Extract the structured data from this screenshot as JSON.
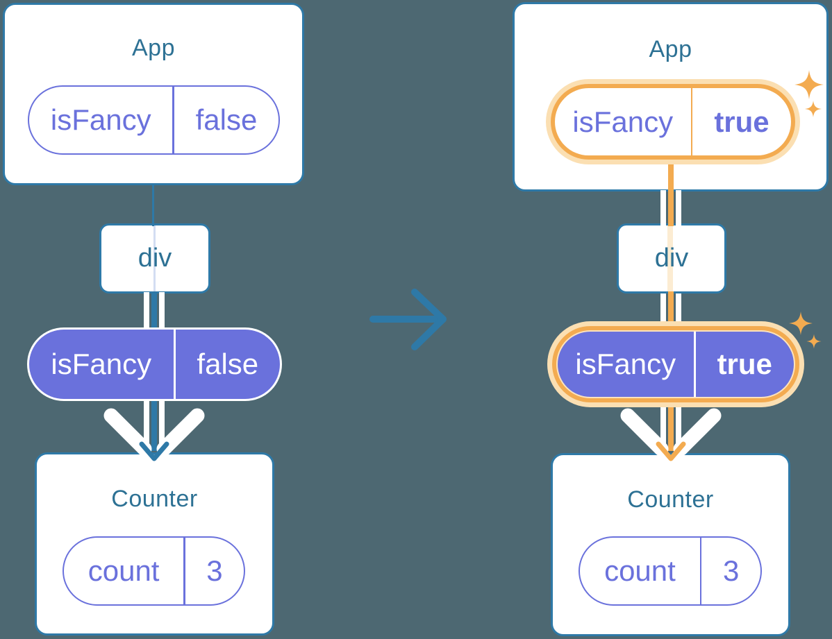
{
  "canvas": {
    "background": "#4d6872"
  },
  "colors": {
    "card_border_blue": "#2e79a7",
    "title_text_blue": "#2d7194",
    "purple": "#6a71dc",
    "orange": "#f3ab50",
    "orange_glow": "#fbdfb2",
    "orange_pale_line": "#fcecd2",
    "blue_pale_line": "#d3ddf2",
    "flow_white": "#ffffff",
    "transition_arrow_blue": "#2e79a7"
  },
  "before": {
    "app": {
      "title": "App",
      "prop_pill": {
        "key": "isFancy",
        "value": "false"
      }
    },
    "div_node": {
      "label": "div"
    },
    "prop_pill": {
      "key": "isFancy",
      "value": "false"
    },
    "counter": {
      "title": "Counter",
      "state_pill": {
        "key": "count",
        "value": "3"
      }
    }
  },
  "after": {
    "app": {
      "title": "App",
      "prop_pill": {
        "key": "isFancy",
        "value": "true"
      }
    },
    "div_node": {
      "label": "div"
    },
    "prop_pill": {
      "key": "isFancy",
      "value": "true"
    },
    "counter": {
      "title": "Counter",
      "state_pill": {
        "key": "count",
        "value": "3"
      }
    }
  }
}
